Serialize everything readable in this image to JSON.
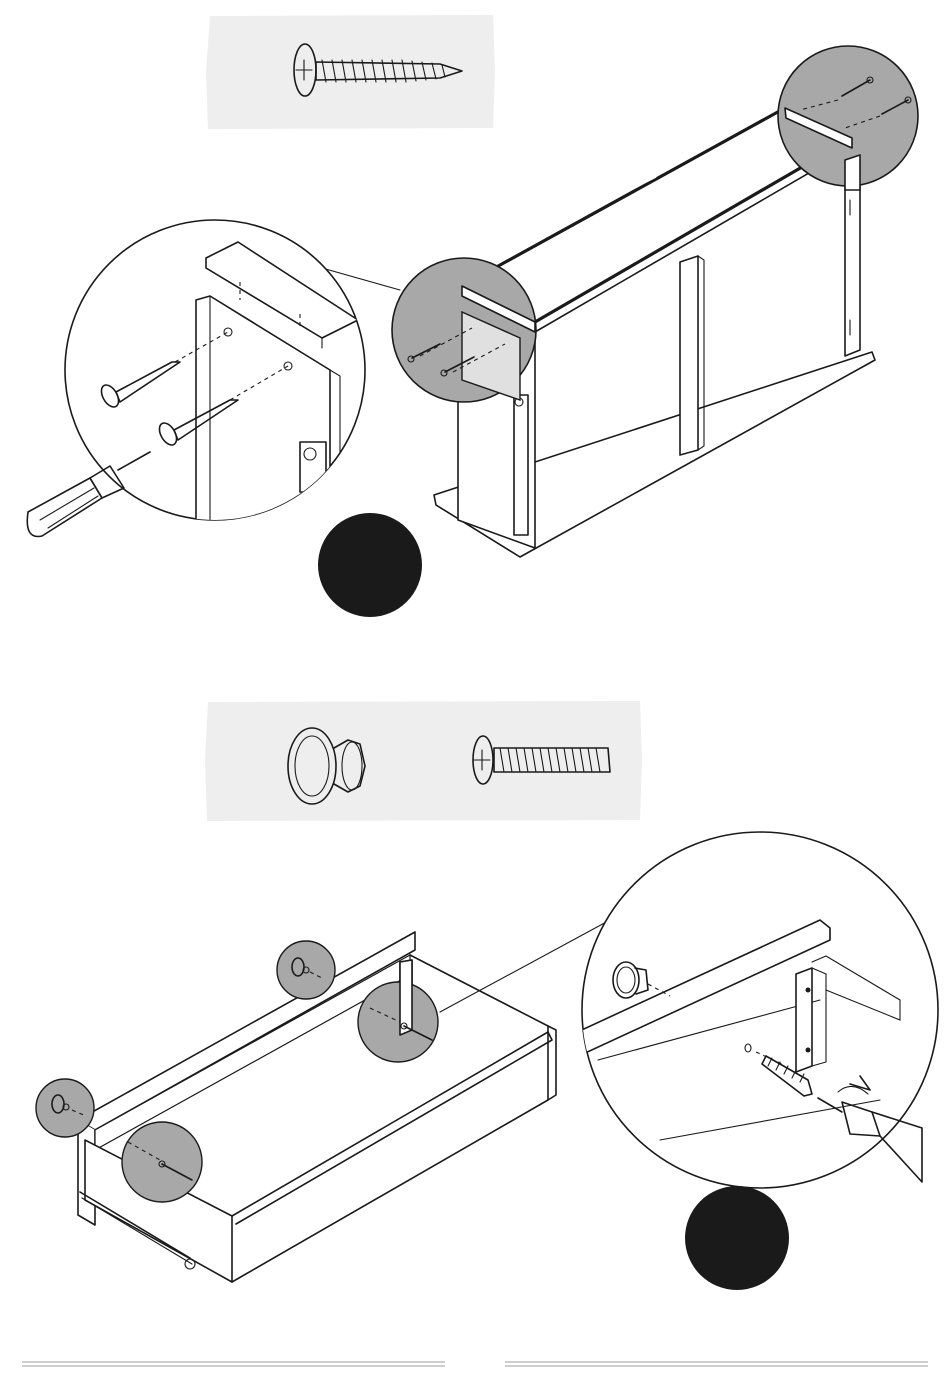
{
  "steps": [
    {
      "hardware": [
        "wood-screw"
      ],
      "step_marker": {
        "label": ""
      }
    },
    {
      "hardware": [
        "drawer-knob",
        "machine-screw"
      ],
      "step_marker": {
        "label": ""
      }
    }
  ],
  "colors": {
    "ink": "#1a1a1a",
    "hardware_box": "#eeeeee",
    "magnifier_fill": "#a8a8a8",
    "footer_rule": "#bdbdbd"
  },
  "icons": [
    "screwdriver-icon",
    "wood-screw-icon",
    "drawer-knob-icon",
    "machine-screw-icon"
  ]
}
